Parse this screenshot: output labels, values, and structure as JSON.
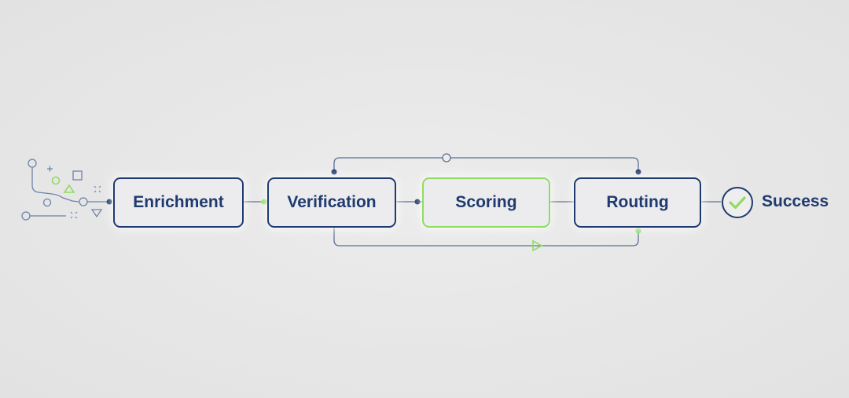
{
  "flow": {
    "steps": [
      {
        "label": "Enrichment",
        "accent": "blue"
      },
      {
        "label": "Verification",
        "accent": "blue"
      },
      {
        "label": "Scoring",
        "accent": "green"
      },
      {
        "label": "Routing",
        "accent": "blue"
      }
    ],
    "end_label": "Success"
  },
  "colors": {
    "navy": "#1f3a6e",
    "green": "#8fdc63",
    "line": "#5b6f92",
    "background": "#e8e8e8"
  }
}
